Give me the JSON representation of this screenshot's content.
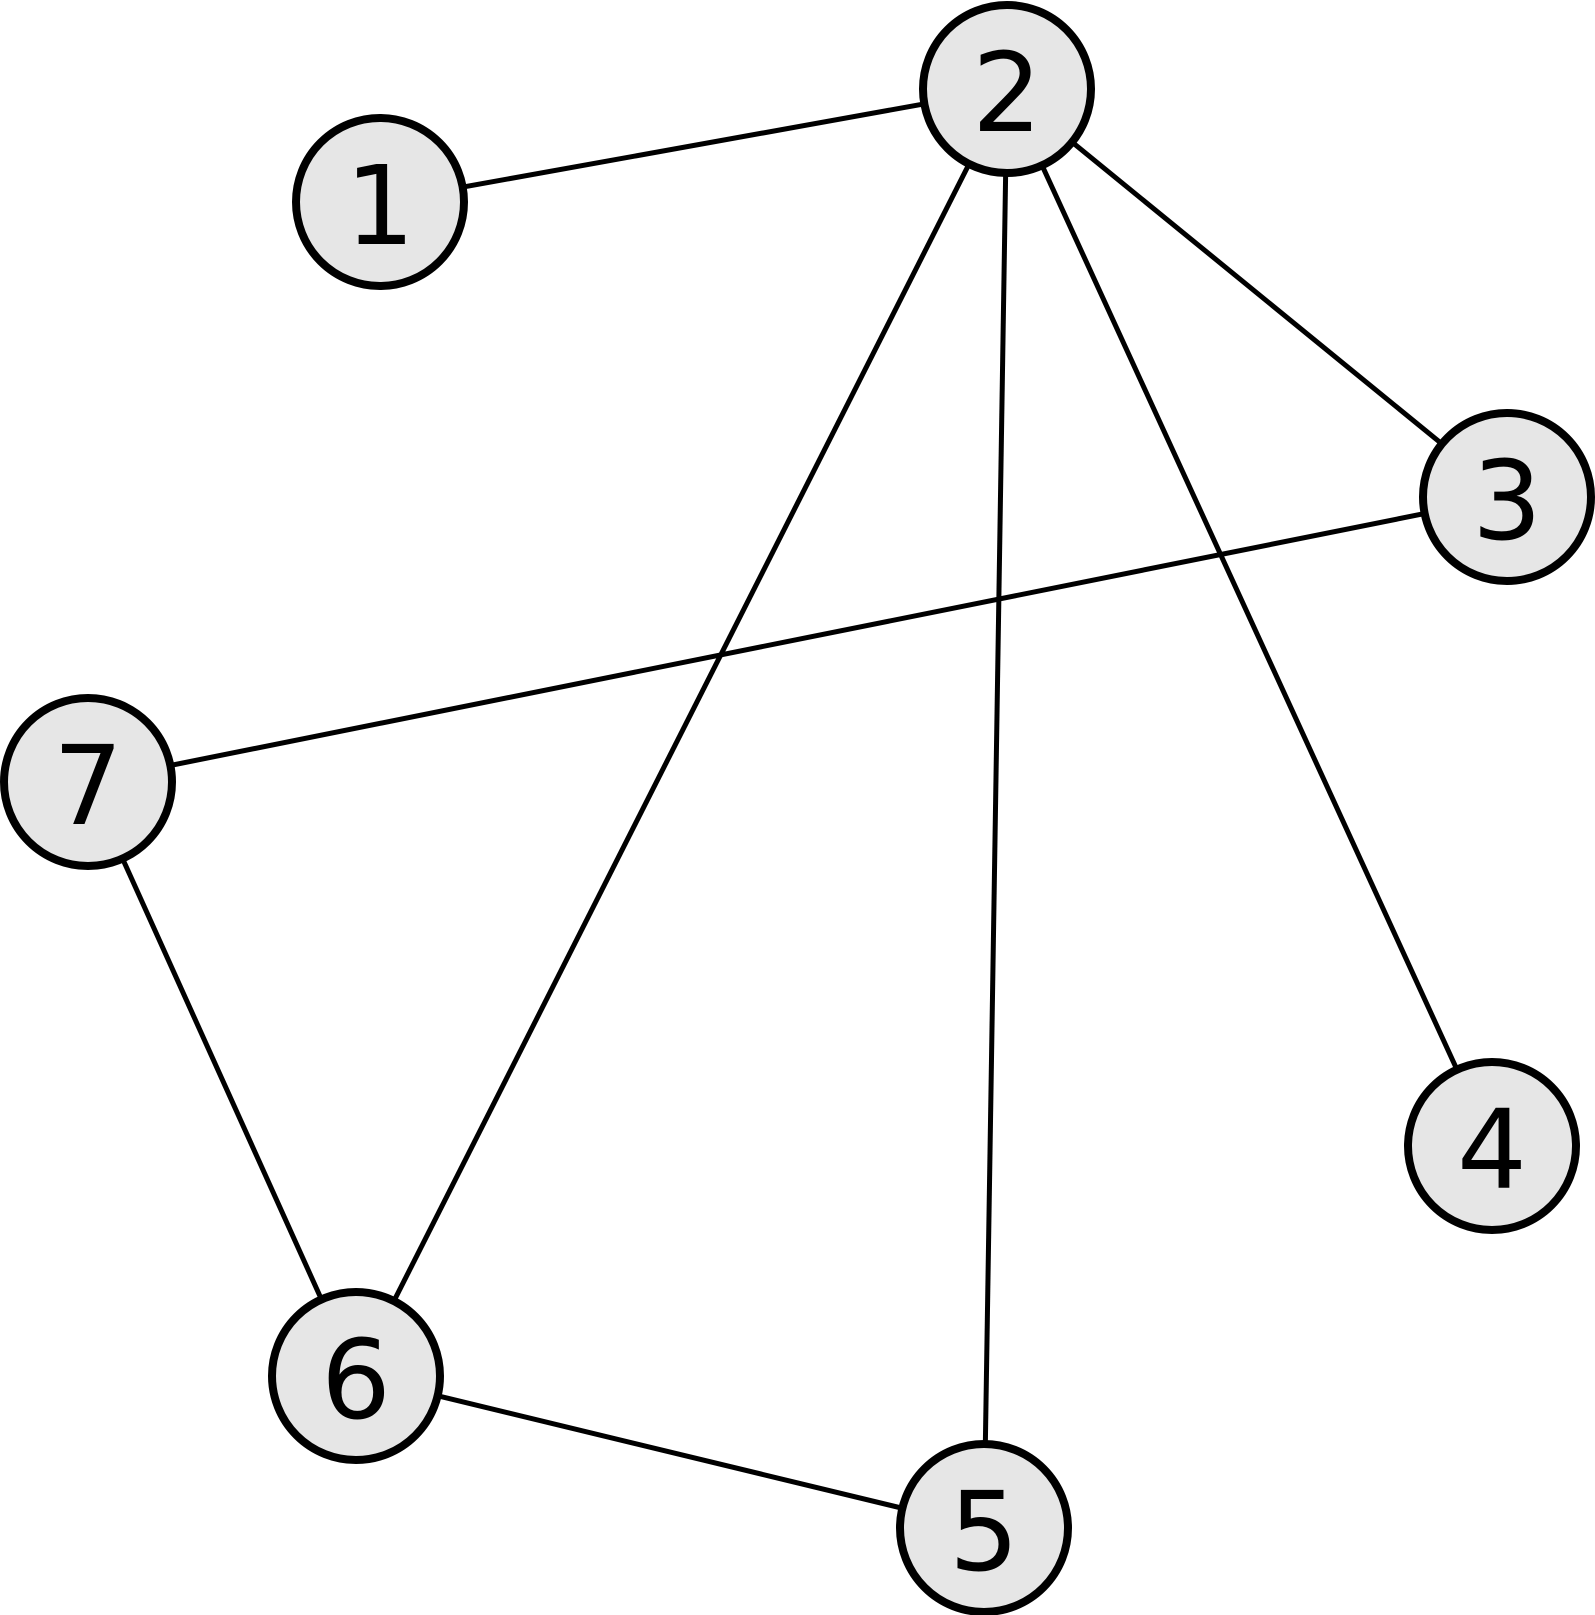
{
  "graph": {
    "node_fill": "#e6e6e6",
    "stroke_color": "#000000",
    "nodes": [
      {
        "id": "1",
        "label": "1"
      },
      {
        "id": "2",
        "label": "2"
      },
      {
        "id": "3",
        "label": "3"
      },
      {
        "id": "4",
        "label": "4"
      },
      {
        "id": "5",
        "label": "5"
      },
      {
        "id": "6",
        "label": "6"
      },
      {
        "id": "7",
        "label": "7"
      }
    ],
    "edges": [
      {
        "from": "1",
        "to": "2"
      },
      {
        "from": "2",
        "to": "3"
      },
      {
        "from": "2",
        "to": "4"
      },
      {
        "from": "2",
        "to": "5"
      },
      {
        "from": "2",
        "to": "6"
      },
      {
        "from": "3",
        "to": "7"
      },
      {
        "from": "7",
        "to": "6"
      },
      {
        "from": "6",
        "to": "5"
      }
    ]
  }
}
